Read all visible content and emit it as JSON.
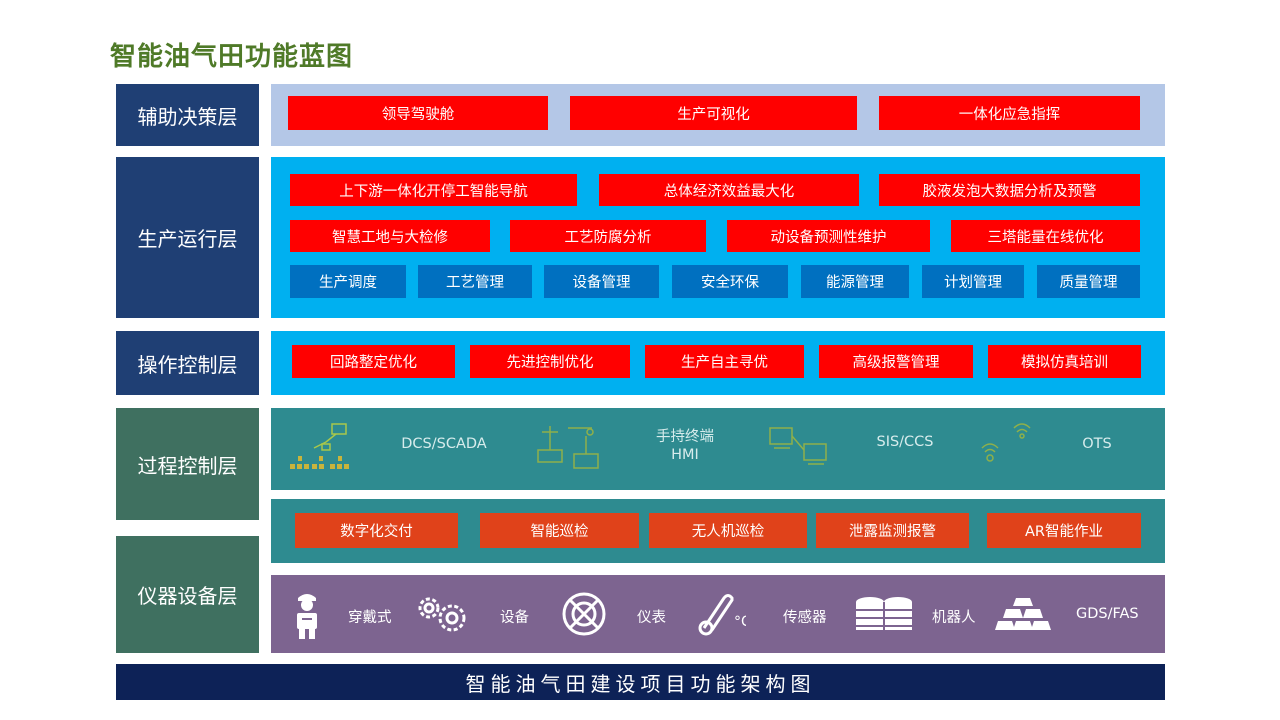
{
  "title": "智能油气田功能蓝图",
  "layers": {
    "decision": "辅助决策层",
    "production": "生产运行层",
    "operation": "操作控制层",
    "process": "过程控制层",
    "instrument": "仪器设备层"
  },
  "decision_items": [
    "领导驾驶舱",
    "生产可视化",
    "一体化应急指挥"
  ],
  "production_row1": [
    "上下游一体化开停工智能导航",
    "总体经济效益最大化",
    "胶液发泡大数据分析及预警"
  ],
  "production_row2": [
    "智慧工地与大检修",
    "工艺防腐分析",
    "动设备预测性维护",
    "三塔能量在线优化"
  ],
  "production_row3": [
    "生产调度",
    "工艺管理",
    "设备管理",
    "安全环保",
    "能源管理",
    "计划管理",
    "质量管理"
  ],
  "operation_items": [
    "回路整定优化",
    "先进控制优化",
    "生产自主寻优",
    "高级报警管理",
    "模拟仿真培训"
  ],
  "process_items": {
    "dcs": "DCS/SCADA",
    "handheld": "手持终端",
    "hmi": "HMI",
    "sis": "SIS/CCS",
    "ots": "OTS"
  },
  "digital_items": [
    "数字化交付",
    "智能巡检",
    "无人机巡检",
    "泄露监测报警",
    "AR智能作业"
  ],
  "devices": [
    "穿戴式",
    "设备",
    "仪表",
    "传感器",
    "机器人",
    "GDS/FAS"
  ],
  "footer": "智能油气田建设项目功能架构图",
  "colors": {
    "decision_bg": "#b4c7e7",
    "production_bg": "#00b0f0",
    "operation_bg": "#00b0f0",
    "process_bg": "#2e8b90",
    "instrument_bg": "#7d6490",
    "label_blue": "#1f3f74",
    "label_green": "#3f7060"
  },
  "icons": [
    "network-icon",
    "router-icon",
    "computer-icon",
    "wifi-icon",
    "worker-icon",
    "gears-icon",
    "gauge-icon",
    "thermometer-icon",
    "database-icon",
    "gold-bars-icon"
  ]
}
